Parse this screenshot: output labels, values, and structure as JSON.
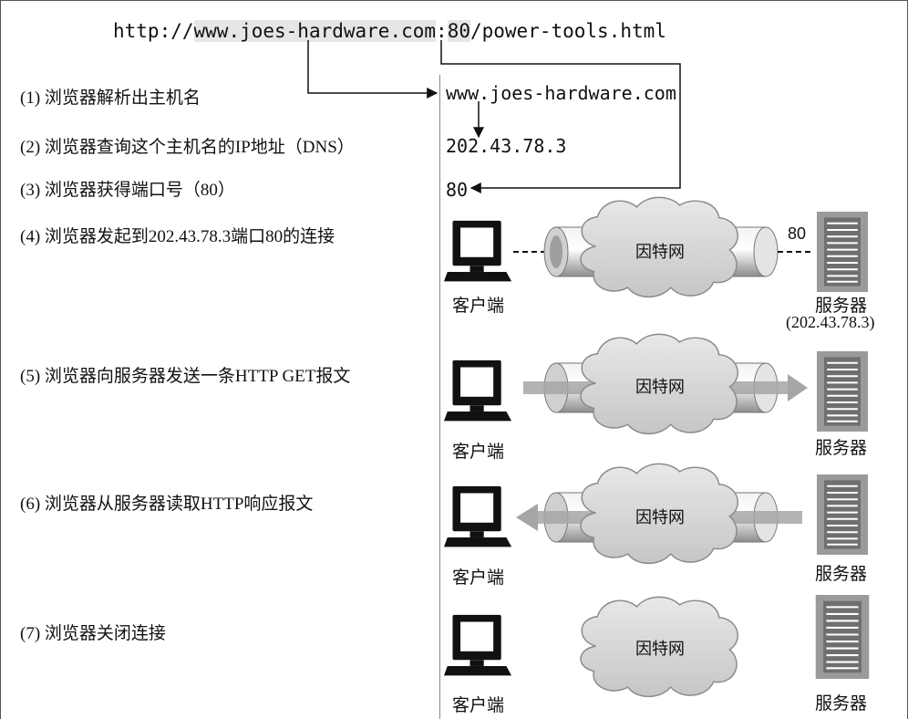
{
  "url": {
    "scheme": "http://",
    "host": "www.joes-hardware.com",
    "colon": ":",
    "port": "80",
    "path": "/power-tools.html"
  },
  "steps": [
    {
      "label": "(1) 浏览器解析出主机名"
    },
    {
      "label": "(2) 浏览器查询这个主机名的IP地址（DNS）"
    },
    {
      "label": "(3) 浏览器获得端口号（80）"
    },
    {
      "label": "(4) 浏览器发起到202.43.78.3端口80的连接"
    },
    {
      "label": "(5) 浏览器向服务器发送一条HTTP GET报文"
    },
    {
      "label": "(6) 浏览器从服务器读取HTTP响应报文"
    },
    {
      "label": "(7) 浏览器关闭连接"
    }
  ],
  "results": {
    "hostname": "www.joes-hardware.com",
    "ip": "202.43.78.3",
    "port": "80"
  },
  "network": {
    "client_label": "客户端",
    "server_label": "服务器",
    "internet_label": "因特网",
    "server_ip_label": "(202.43.78.3)",
    "port_label": "80"
  },
  "colors": {
    "ink": "#111111",
    "highlight": "#e6e6e6",
    "cloud": "#d9d9d9",
    "pipe": "#bdbdbd",
    "arrow_fill": "#a6a6a6"
  },
  "icons": [
    "computer-icon",
    "server-icon",
    "cloud-icon",
    "pipe-icon",
    "arrow-icon"
  ]
}
